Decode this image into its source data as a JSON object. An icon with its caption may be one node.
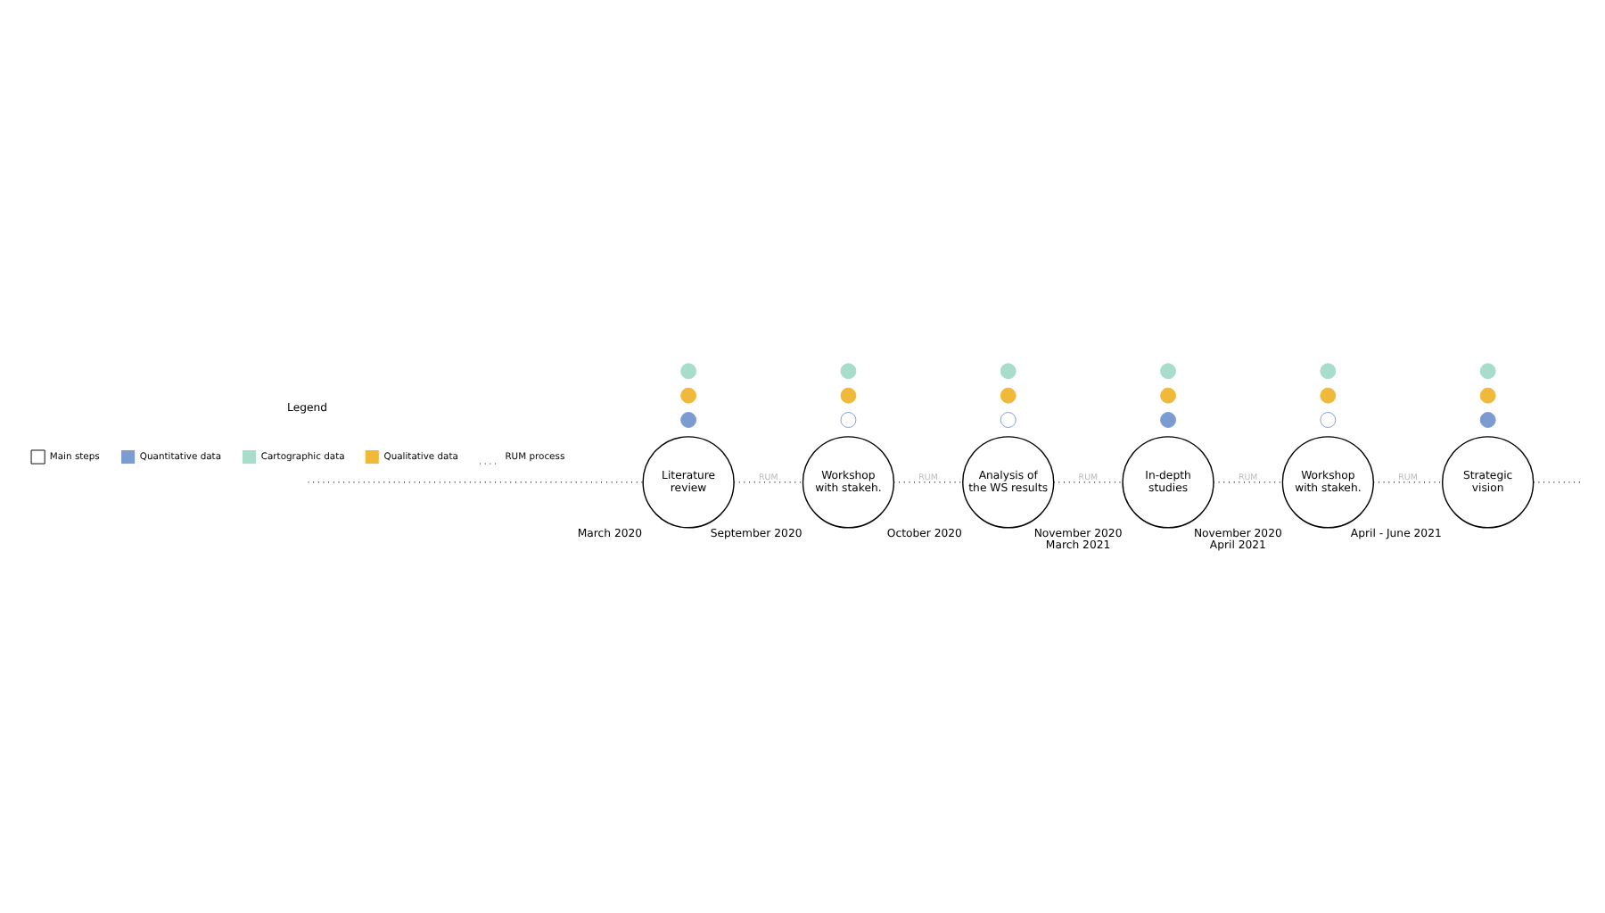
{
  "diagram": {
    "nodes": [
      {
        "text": [
          "Literature review"
        ],
        "beside": [
          "March 2020"
        ]
      },
      {
        "text": [
          "Workshop with stakeh."
        ],
        "beside": [
          "September 2020"
        ]
      },
      {
        "text": [
          "Analysis of the WS results"
        ],
        "beside": [
          "October 2020"
        ]
      },
      {
        "text": [
          "In-depth studies"
        ],
        "beside": [
          "November 2020",
          "March 2021"
        ]
      },
      {
        "text": [
          "Workshop with stakeh."
        ],
        "beside": [
          "November 2020",
          "April 2021"
        ]
      },
      {
        "text": [
          "Strategic vision"
        ],
        "beside": [
          "April - June 2021"
        ]
      },
      {
        "text": [],
        "shape": "circle"
      },
      {
        "text": [],
        "shape": "circle"
      },
      {
        "text": [],
        "shape": "circle"
      },
      {
        "text": [],
        "shape": "circle"
      },
      {
        "text": [],
        "shape": "circle"
      },
      {
        "text": [],
        "shape": "circle"
      },
      {
        "text": [],
        "shape": "circle"
      },
      {
        "text": [],
        "shape": "circle"
      },
      {
        "text": [],
        "shape": "circle"
      },
      {
        "text": [],
        "shape": "circle"
      },
      {
        "text": [],
        "shape": "circle"
      },
      {
        "text": [],
        "shape": "circle"
      },
      {
        "text": [],
        "shape": "circle"
      },
      {
        "text": [],
        "shape": "circle"
      },
      {
        "text": [],
        "shape": "circle"
      },
      {
        "text": [],
        "shape": "circle"
      },
      {
        "text": [],
        "shape": "circle"
      },
      {
        "text": [],
        "shape": "circle"
      }
    ],
    "edges": [
      {
        "from": null,
        "to": 0,
        "arrow": "none"
      },
      {
        "from": 0,
        "to": 1,
        "label": "RUM",
        "arrow": "none"
      },
      {
        "from": 1,
        "to": 2,
        "label": "RUM",
        "arrow": "none"
      },
      {
        "from": 2,
        "to": 3,
        "label": "RUM",
        "arrow": "none"
      },
      {
        "from": 3,
        "to": 4,
        "label": "RUM",
        "arrow": "none"
      },
      {
        "from": 4,
        "to": 5,
        "label": "RUM",
        "arrow": "none"
      },
      {
        "from": 5,
        "to": null,
        "arrow": "none"
      }
    ],
    "labels": [
      "Legend"
    ],
    "legend": [
      {
        "text": "Main steps"
      },
      {
        "text": "Quantitative data",
        "color": "#7b9bd1"
      },
      {
        "text": "Cartographic data",
        "color": "#a8dccb"
      },
      {
        "text": "Qualitative data",
        "color": "#f0b93a"
      },
      {
        "text": "RUM process"
      }
    ]
  }
}
